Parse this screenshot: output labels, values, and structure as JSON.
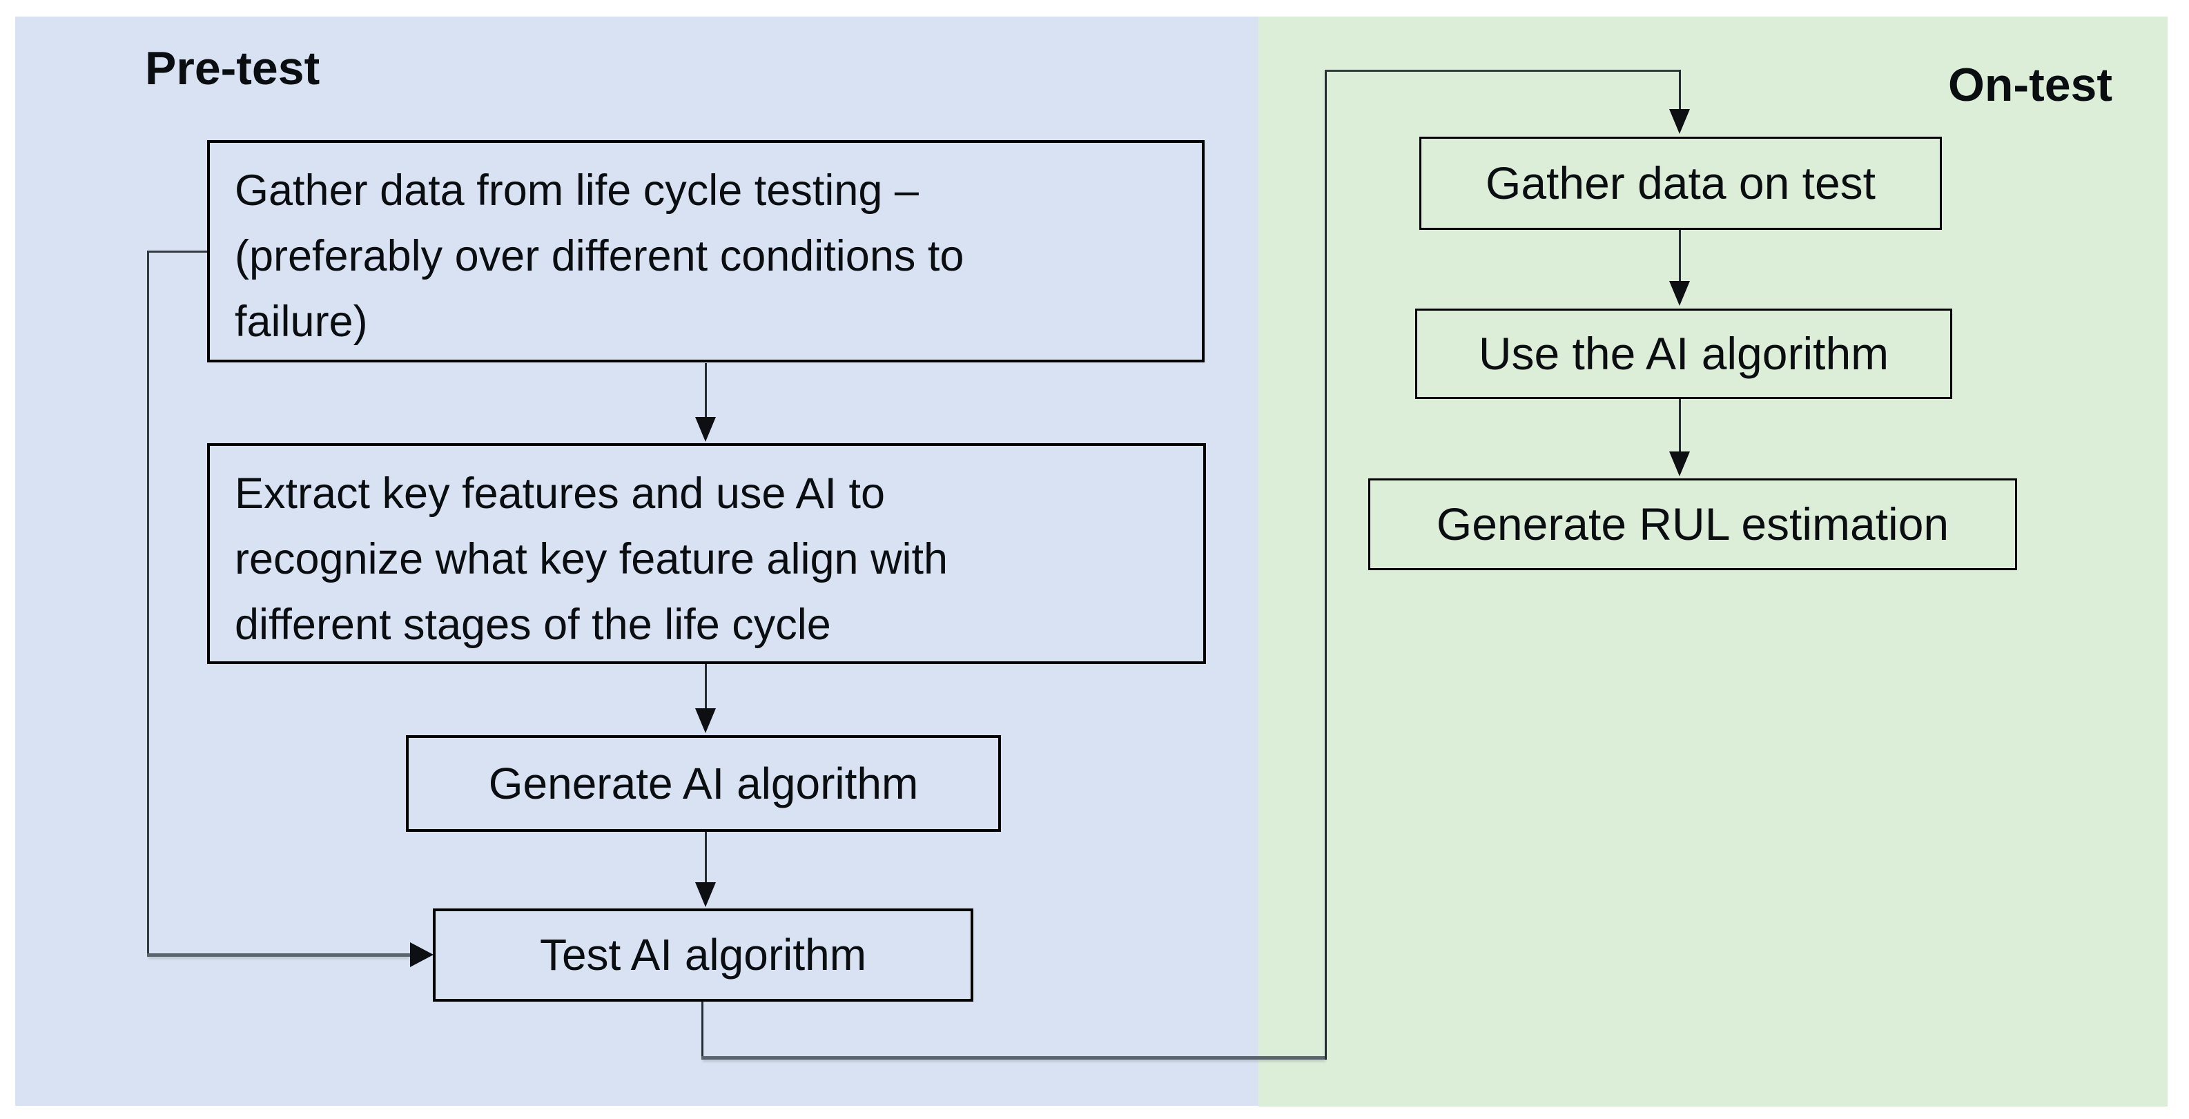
{
  "diagram": {
    "title": "RUL estimation workflow flowchart",
    "sections": {
      "pretest": {
        "label": "Pre-test",
        "background_color": "#d8e2f2"
      },
      "ontest": {
        "label": "On-test",
        "background_color": "#dcedd8"
      }
    },
    "boxes": {
      "gather_lifecycle": {
        "lines": [
          "Gather data from life cycle testing –",
          "(preferably over different conditions to",
          "failure)"
        ]
      },
      "extract_features": {
        "lines": [
          "Extract key features and use AI to",
          "recognize what key feature align with",
          "different stages of the life cycle"
        ]
      },
      "generate_ai": {
        "label": "Generate AI algorithm"
      },
      "test_ai": {
        "label": "Test AI algorithm"
      },
      "gather_test": {
        "label": "Gather data on test"
      },
      "use_ai": {
        "label": "Use the AI algorithm"
      },
      "rul": {
        "label": "Generate RUL estimation"
      }
    },
    "connectors": {
      "border_color": "#000000",
      "line_color_dark": "#262c33",
      "line_color_gray": "#59636d",
      "arrow_color": "#0d0f12"
    }
  }
}
